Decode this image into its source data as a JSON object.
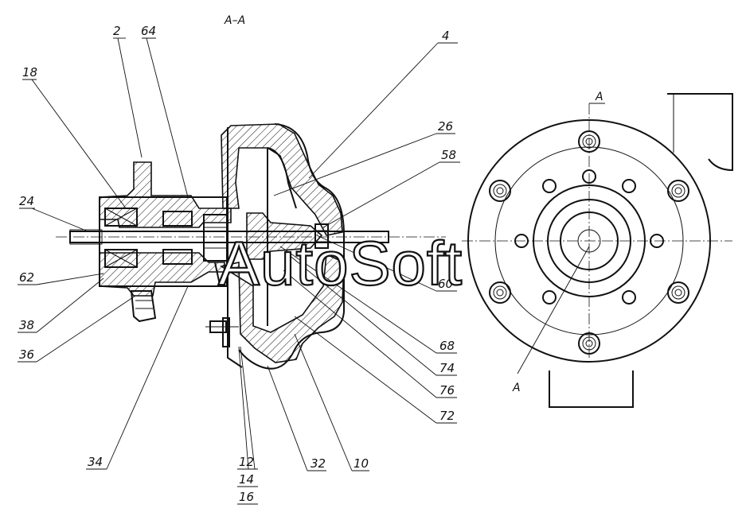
{
  "section_title": "A–A",
  "section_marker": "A",
  "watermark": "AutoSoft",
  "callouts": {
    "c2": "2",
    "c64": "64",
    "c4": "4",
    "c18": "18",
    "c26": "26",
    "c58": "58",
    "c24": "24",
    "c62": "62",
    "c38": "38",
    "c36": "36",
    "c60": "60",
    "c68": "68",
    "c74": "74",
    "c76": "76",
    "c72": "72",
    "c34": "34",
    "c12": "12",
    "c14": "14",
    "c16": "16",
    "c32": "32",
    "c10": "10"
  }
}
